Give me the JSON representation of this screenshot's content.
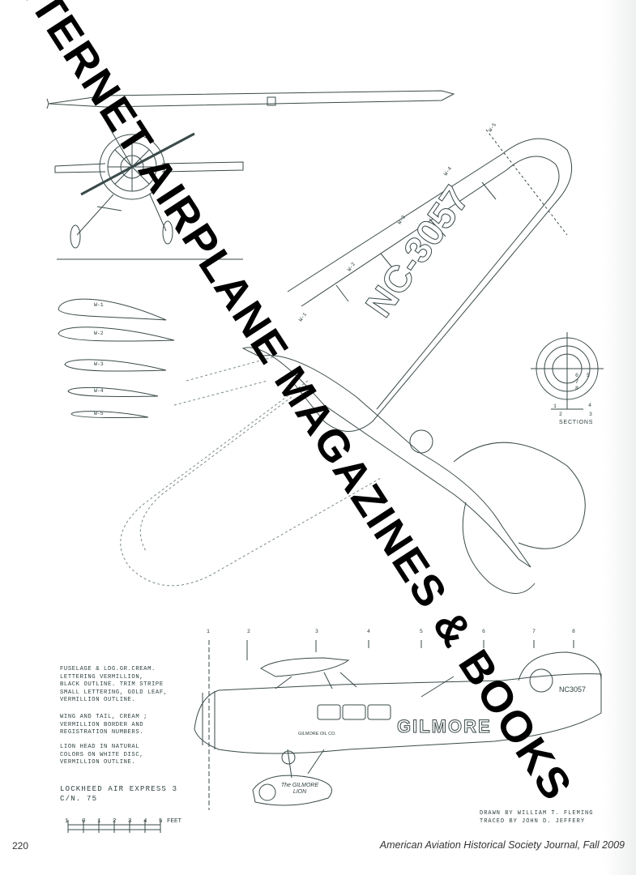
{
  "watermark": "INTERNET AIRPLANE MAGAZINES & BOOKS",
  "wing_sections": [
    "W-1",
    "W-2",
    "W-3",
    "W-4",
    "W-5"
  ],
  "plan_stations": [
    "W-1",
    "W-2",
    "W-3",
    "W-4",
    "W-5"
  ],
  "registration_wing": "NC-3057",
  "registration_fin": "NC3057",
  "fuselage_lettering": "GILMORE",
  "fuselage_small_lettering": "GILMORE OIL CO.",
  "wheel_pant_text": "The GILMORE LION",
  "sections_label": "SECTIONS",
  "section_numbers": [
    "1",
    "2",
    "3",
    "4",
    "5",
    "6",
    "7",
    "8"
  ],
  "station_numbers": [
    "1",
    "2",
    "3",
    "4",
    "5",
    "6",
    "7",
    "8"
  ],
  "notes": {
    "fuselage": "FUSELAGE & LDG.GR.CREAM.\nLETTERING VERMILLION,\nBLACK OUTLINE. TRIM STRIPE\nSMALL LETTERING, GOLD LEAF,\nVERMILLION OUTLINE.",
    "wing": "WING AND TAIL, CREAM ;\nVERMILLION BORDER AND\nREGISTRATION NUMBERS.",
    "lion": "LION HEAD IN NATURAL\nCOLORS ON WHITE DISC,\nVERMILLION OUTLINE."
  },
  "title": {
    "line1": "LOCKHEED AIR EXPRESS 3",
    "line2": "C/N. 75"
  },
  "scale": {
    "ticks": [
      "1",
      "0",
      "1",
      "2",
      "3",
      "4",
      "5"
    ],
    "unit": "FEET"
  },
  "credits": {
    "drawn": "DRAWN BY WILLIAM T. FLEMING",
    "traced": "TRACED BY JOHN D. JEFFERY"
  },
  "page_number": "220",
  "journal": "American Aviation Historical Society Journal, Fall 2009"
}
